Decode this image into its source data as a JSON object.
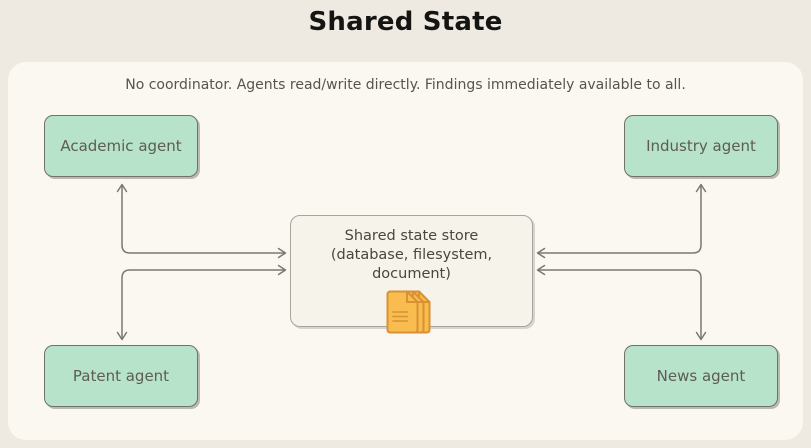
{
  "header": {
    "title": "Shared State",
    "subtitle": "No coordinator. Agents read/write directly. Findings immediately available to all."
  },
  "agents": [
    {
      "id": "academic",
      "label": "Academic agent",
      "position": "top-left"
    },
    {
      "id": "industry",
      "label": "Industry agent",
      "position": "top-right"
    },
    {
      "id": "patent",
      "label": "Patent agent",
      "position": "bottom-left"
    },
    {
      "id": "news",
      "label": "News agent",
      "position": "bottom-right"
    }
  ],
  "store": {
    "title": "Shared state store",
    "subtitle": "(database, filesystem, document)",
    "icon": "documents-stack-icon"
  },
  "connections": [
    {
      "from": "Academic agent",
      "to": "Shared state store",
      "bidirectional": true
    },
    {
      "from": "Patent agent",
      "to": "Shared state store",
      "bidirectional": true
    },
    {
      "from": "Industry agent",
      "to": "Shared state store",
      "bidirectional": true
    },
    {
      "from": "News agent",
      "to": "Shared state store",
      "bidirectional": true
    }
  ],
  "colors": {
    "page_background": "#efeae1",
    "panel_background": "#faf8f1",
    "agent_fill": "#b7e3cb",
    "agent_border": "#72716a",
    "agent_text": "#5d5c55",
    "store_fill": "#f6f3ea",
    "store_border": "#a6a59d",
    "store_text": "#48473f",
    "arrow": "#7a7970",
    "icon_fill": "#f8bc4f",
    "icon_stroke": "#d89233",
    "title_text": "#141413",
    "subtitle_text": "#56544c"
  }
}
